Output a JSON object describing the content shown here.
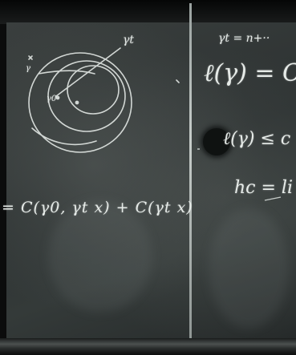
{
  "photo": {
    "content": {
      "left_panel": {
        "top_label": "γt",
        "small_label": "γ",
        "inner_label": "γ0",
        "equation": "= C(γ0, γt x) + C(γt x)"
      },
      "right_panel": {
        "line1": "γt = n+··",
        "line2": "ℓ(γ) = C",
        "line3": "ℓ(γ) ≤ c",
        "line4": "hc = li"
      }
    }
  }
}
